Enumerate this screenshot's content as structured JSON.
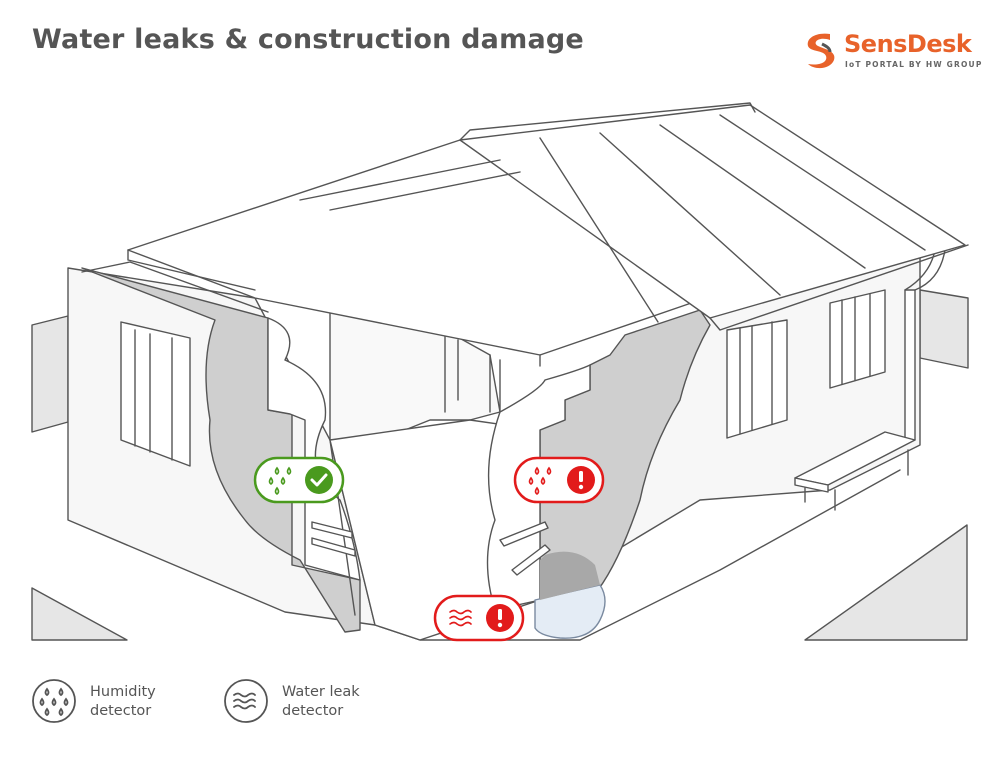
{
  "title": "Water leaks & construction damage",
  "logo": {
    "name": "SensDesk",
    "tagline": "IoT PORTAL BY HW GROUP",
    "brand_color": "#e8622a"
  },
  "status_colors": {
    "ok": "#4a9a1e",
    "alarm": "#e21b1b",
    "outline": "#555555",
    "wall_cut": "#cfcfcf",
    "water": "#e4ecf5"
  },
  "sensors": [
    {
      "type": "humidity",
      "status": "ok",
      "icon": "checkmark-icon"
    },
    {
      "type": "humidity",
      "status": "alarm",
      "icon": "exclamation-icon"
    },
    {
      "type": "water-leak",
      "status": "alarm",
      "icon": "exclamation-icon"
    }
  ],
  "legend": [
    {
      "icon": "humidity-icon",
      "line1": "Humidity",
      "line2": "detector"
    },
    {
      "icon": "water-leak-icon",
      "line1": "Water leak",
      "line2": "detector"
    }
  ]
}
